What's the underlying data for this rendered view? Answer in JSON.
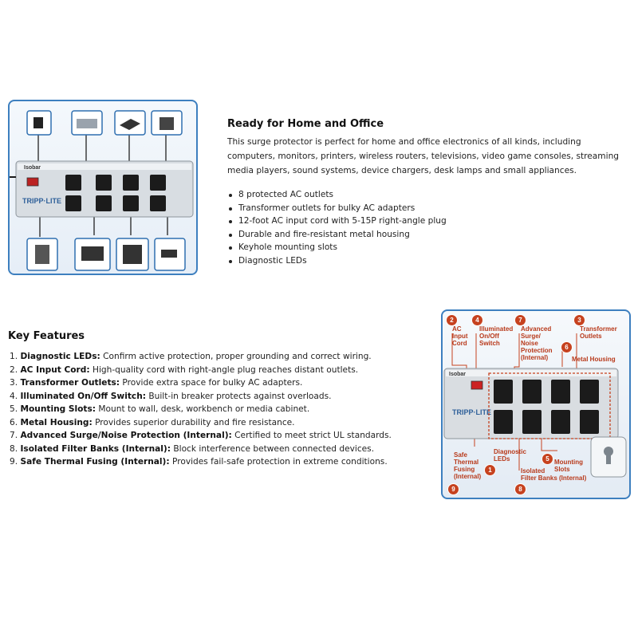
{
  "top_section": {
    "heading": "Ready for Home and Office",
    "intro": "This surge protector is perfect for home and office electronics of all kinds, including computers, monitors, printers, wireless routers, televisions, video game consoles, streaming media players, sound systems, device chargers, desk lamps and small appliances.",
    "bullets": [
      "8 protected AC outlets",
      "Transformer outlets for bulky AC adapters",
      "12-foot AC input cord with 5-15P right-angle plug",
      "Durable and fire-resistant metal housing",
      "Keyhole mounting slots",
      "Diagnostic LEDs"
    ]
  },
  "product_image_top": {
    "brand_text": "TRIPP·LITE",
    "model_text": "Isobar"
  },
  "key_features": {
    "heading": "Key Features",
    "items": [
      {
        "num": "1.",
        "term": "Diagnostic LEDs:",
        "desc": " Confirm active protection, proper grounding and correct wiring."
      },
      {
        "num": "2.",
        "term": "AC Input Cord:",
        "desc": " High-quality cord with right-angle plug reaches distant outlets."
      },
      {
        "num": "3.",
        "term": "Transformer Outlets:",
        "desc": " Provide extra space for bulky AC adapters."
      },
      {
        "num": "4.",
        "term": "Illuminated On/Off Switch:",
        "desc": " Built-in breaker protects against overloads."
      },
      {
        "num": "5.",
        "term": "Mounting Slots:",
        "desc": " Mount to wall, desk, workbench or media cabinet."
      },
      {
        "num": "6.",
        "term": "Metal Housing:",
        "desc": " Provides superior durability and fire resistance."
      },
      {
        "num": "7.",
        "term": "Advanced Surge/Noise Protection (Internal):",
        "desc": " Certified to meet strict UL standards."
      },
      {
        "num": "8.",
        "term": "Isolated Filter Banks (Internal):",
        "desc": " Block interference between connected devices."
      },
      {
        "num": "9.",
        "term": "Safe Thermal Fusing (Internal):",
        "desc": " Provides fail-safe protection in extreme conditions."
      }
    ]
  },
  "diagram": {
    "brand_text": "TRIPP·LITE",
    "model_text": "Isobar",
    "callouts": [
      {
        "num": "2",
        "label": "AC\nInput\nCord"
      },
      {
        "num": "4",
        "label": "Illuminated\nOn/Off\nSwitch"
      },
      {
        "num": "7",
        "label": "Advanced\nSurge/\nNoise\nProtection\n(Internal)"
      },
      {
        "num": "3",
        "label": "Transformer\nOutlets"
      },
      {
        "num": "6",
        "label": "Metal Housing"
      },
      {
        "num": "1",
        "label": "Diagnostic\nLEDs"
      },
      {
        "num": "5",
        "label": "Mounting\nSlots"
      },
      {
        "num": "9",
        "label": "Safe\nThermal\nFusing\n(Internal)"
      },
      {
        "num": "8",
        "label": "Isolated\nFilter Banks (Internal)"
      }
    ],
    "accent_color": "#c6421f",
    "frame_color": "#3d7fbf"
  }
}
